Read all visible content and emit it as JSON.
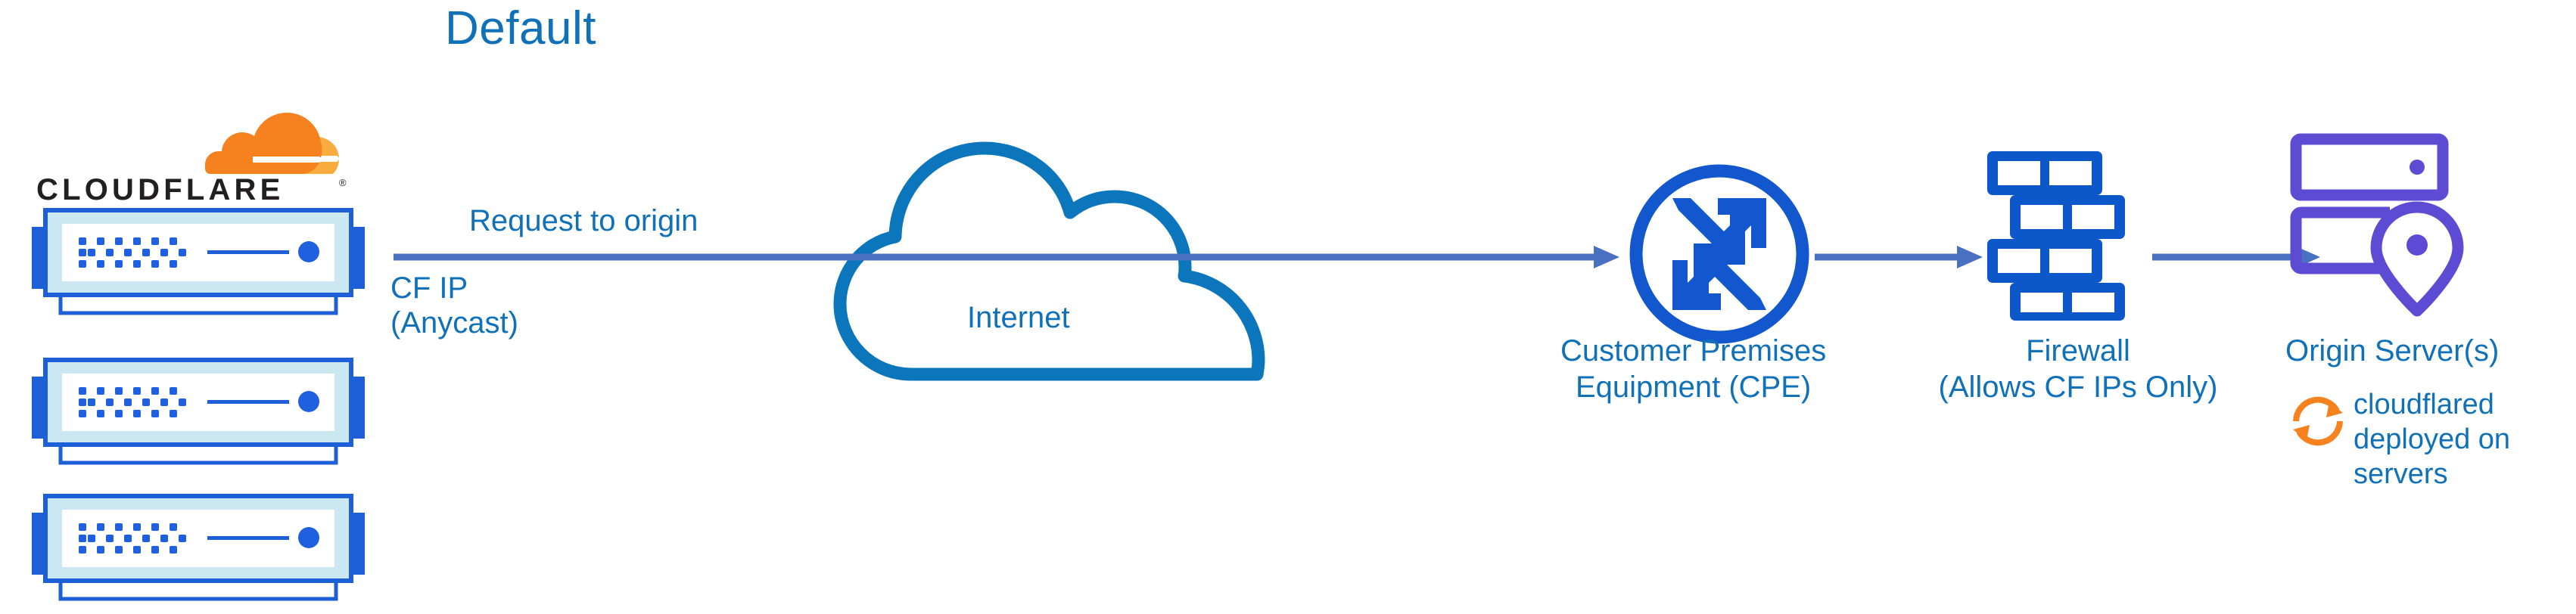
{
  "diagram": {
    "title": "Default",
    "type": "network-architecture",
    "theme": {
      "background": "#ffffff",
      "title_color": "#1071b9",
      "label_color": "#1071b9",
      "arrow_color": "#4a71c0",
      "cloud_outline": "#0c76bd",
      "rack_blue": "#1d5fd6",
      "rack_inner": "#cbe7f2",
      "rack_dot": "#1f60e0",
      "router_blue": "#1257cd",
      "firewall_blue": "#0c57ca",
      "origin_purple": "#5d4bd4",
      "cloudflare_orange": "#f6821f",
      "cloudflare_orange_light": "#faad3f",
      "wordmark_color": "#231f20"
    }
  },
  "brand": {
    "logo_mark_name": "cloudflare-cloud-logo",
    "wordmark": "CLOUDFLARE",
    "registered_mark": "®"
  },
  "racks": {
    "count": 3,
    "name": "cloudflare-edge-server-rack",
    "led_rows": [
      6,
      7,
      6
    ]
  },
  "labels": {
    "request_to_origin": "Request to origin",
    "cf_ip": "CF IP\n(Anycast)",
    "internet": "Internet",
    "cpe": "Customer Premises\nEquipment (CPE)",
    "firewall": "Firewall\n(Allows CF IPs Only)",
    "origin_server": "Origin Server(s)",
    "cloudflared": "cloudflared\ndeployed on\nservers"
  },
  "nodes": [
    {
      "id": "cloudflare-edge",
      "label": "CF IP (Anycast)",
      "icon": "server-rack-icon"
    },
    {
      "id": "internet",
      "label": "Internet",
      "icon": "cloud-icon"
    },
    {
      "id": "cpe",
      "label": "Customer Premises Equipment (CPE)",
      "icon": "router-icon"
    },
    {
      "id": "firewall",
      "label": "Firewall (Allows CF IPs Only)",
      "icon": "brick-wall-icon"
    },
    {
      "id": "origin-server",
      "label": "Origin Server(s)",
      "icon": "server-location-pin-icon"
    },
    {
      "id": "cloudflared",
      "label": "cloudflared deployed on servers",
      "icon": "sync-arrows-icon"
    }
  ],
  "flows": [
    {
      "from": "cloudflare-edge",
      "to": "cpe",
      "label": "Request to origin",
      "direction": "right"
    },
    {
      "from": "cpe",
      "to": "firewall",
      "label": "",
      "direction": "right"
    },
    {
      "from": "firewall",
      "to": "origin-server",
      "label": "",
      "direction": "right"
    }
  ]
}
